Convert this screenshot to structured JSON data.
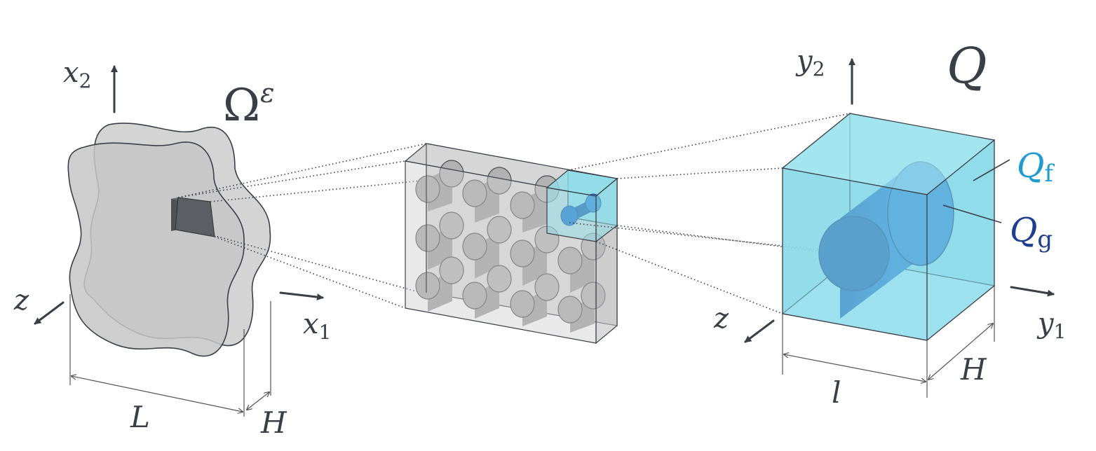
{
  "labels": {
    "omega_base": "Ω",
    "omega_sup": "ε",
    "x2_base": "x",
    "x2_sub": "2",
    "x1_base": "x",
    "x1_sub": "1",
    "z_left": "z",
    "L": "L",
    "H_left": "H",
    "Q": "Q",
    "y2_base": "y",
    "y2_sub": "2",
    "y1_base": "y",
    "y1_sub": "1",
    "z_right": "z",
    "l": "l",
    "H_right": "H",
    "Qf_base": "Q",
    "Qf_sub": "f",
    "Qg_base": "Q",
    "Qg_sub": "g"
  },
  "colors": {
    "gray_fill": "#c9c9c9",
    "cell_fill": "#8fdde9",
    "cylinder": "#2a73c8",
    "cylinder_dark": "#1f5aa8",
    "Qf_color": "#1f9bd0",
    "Qg_color": "#1d3f8f",
    "ink": "#3a3f47"
  }
}
